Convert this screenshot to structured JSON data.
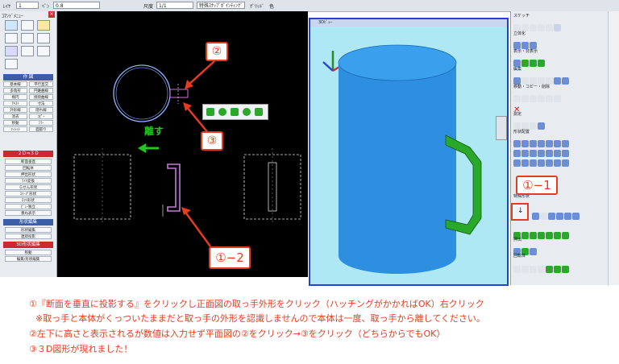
{
  "toolbar": {
    "layer_label": "ﾚｲﾔ",
    "layer_value": "1",
    "pen_label": "ﾍﾟﾝ",
    "pen_value": "0.8",
    "scale_label": "尺度",
    "scale_value": "1/1",
    "snap_value": "特殊ｽﾅｯﾌﾟﾎﾟｲﾝﾃｨﾝｸﾞ",
    "grid_label": "ｸﾞﾘｯﾄﾞ",
    "color_label": "色"
  },
  "left_panel": {
    "title": "ｺﾏﾝﾄﾞﾒﾆｭｰ",
    "section_basic": "作 図",
    "buttons": [
      "基本線",
      "平行直交",
      "多角形",
      "円錐曲線",
      "楕円",
      "接続曲線",
      "ﾃｷｽﾄ",
      "寸法",
      "外形線",
      "隠れ線",
      "消去",
      "ｺﾋﾟｰ",
      "移動",
      "ﾐﾗｰ",
      "ﾌｨﾚｯﾄ",
      "面取り"
    ],
    "section_2d3d": "２Ｄ⇒３Ｄ",
    "convert_buttons": [
      "断面垂直",
      "回転体",
      "押出形状",
      "ﾜｲﾔ変換",
      "らせん形状",
      "ｽｲｰﾌﾟ形状",
      "ﾛﾌﾄ形状",
      "ﾋﾞｭｰ独立",
      "重ね表示"
    ],
    "section_edit": "形状編集",
    "edit_buttons": [
      "形状編集",
      "連続投影"
    ],
    "section_3d": "3D形状編集",
    "edit3d_buttons": [
      "移動",
      "編集/形状編集"
    ]
  },
  "view3d": {
    "title": "3Dﾋﾞｭｰ"
  },
  "right_panel": {
    "sections": [
      "スケッチ",
      "立体化",
      "表示・非表示",
      "編集",
      "移動・コピー・削除",
      "測定",
      "形状配置",
      "特殊形状",
      "押出",
      "回転体",
      "環境"
    ]
  },
  "drawing": {
    "label_separate": "離す"
  },
  "callouts": {
    "c2": "②",
    "c3": "③",
    "c1_1": "①−1",
    "c1_2": "①−2"
  },
  "instructions": {
    "line1": "①『断面を垂直に投影する』をクリックし正面図の取っ手外形をクリック（ハッチングがかかればOK）右クリック",
    "line2": "※取っ手と本体がくっついたままだと取っ手の外形を認識しませんので本体は一度、取っ手から離してください。",
    "line3": "②左下に高さと表示されるが数値は入力せず平面図の②をクリック→③をクリック（どちらからでもOK）",
    "line4": "③３D図形が現れました！"
  },
  "colors": {
    "annotation_red": "#e53b1f",
    "green_label": "#22c51e",
    "cylinder_blue": "#2e8fe0",
    "handle_green": "#2aa82a"
  }
}
